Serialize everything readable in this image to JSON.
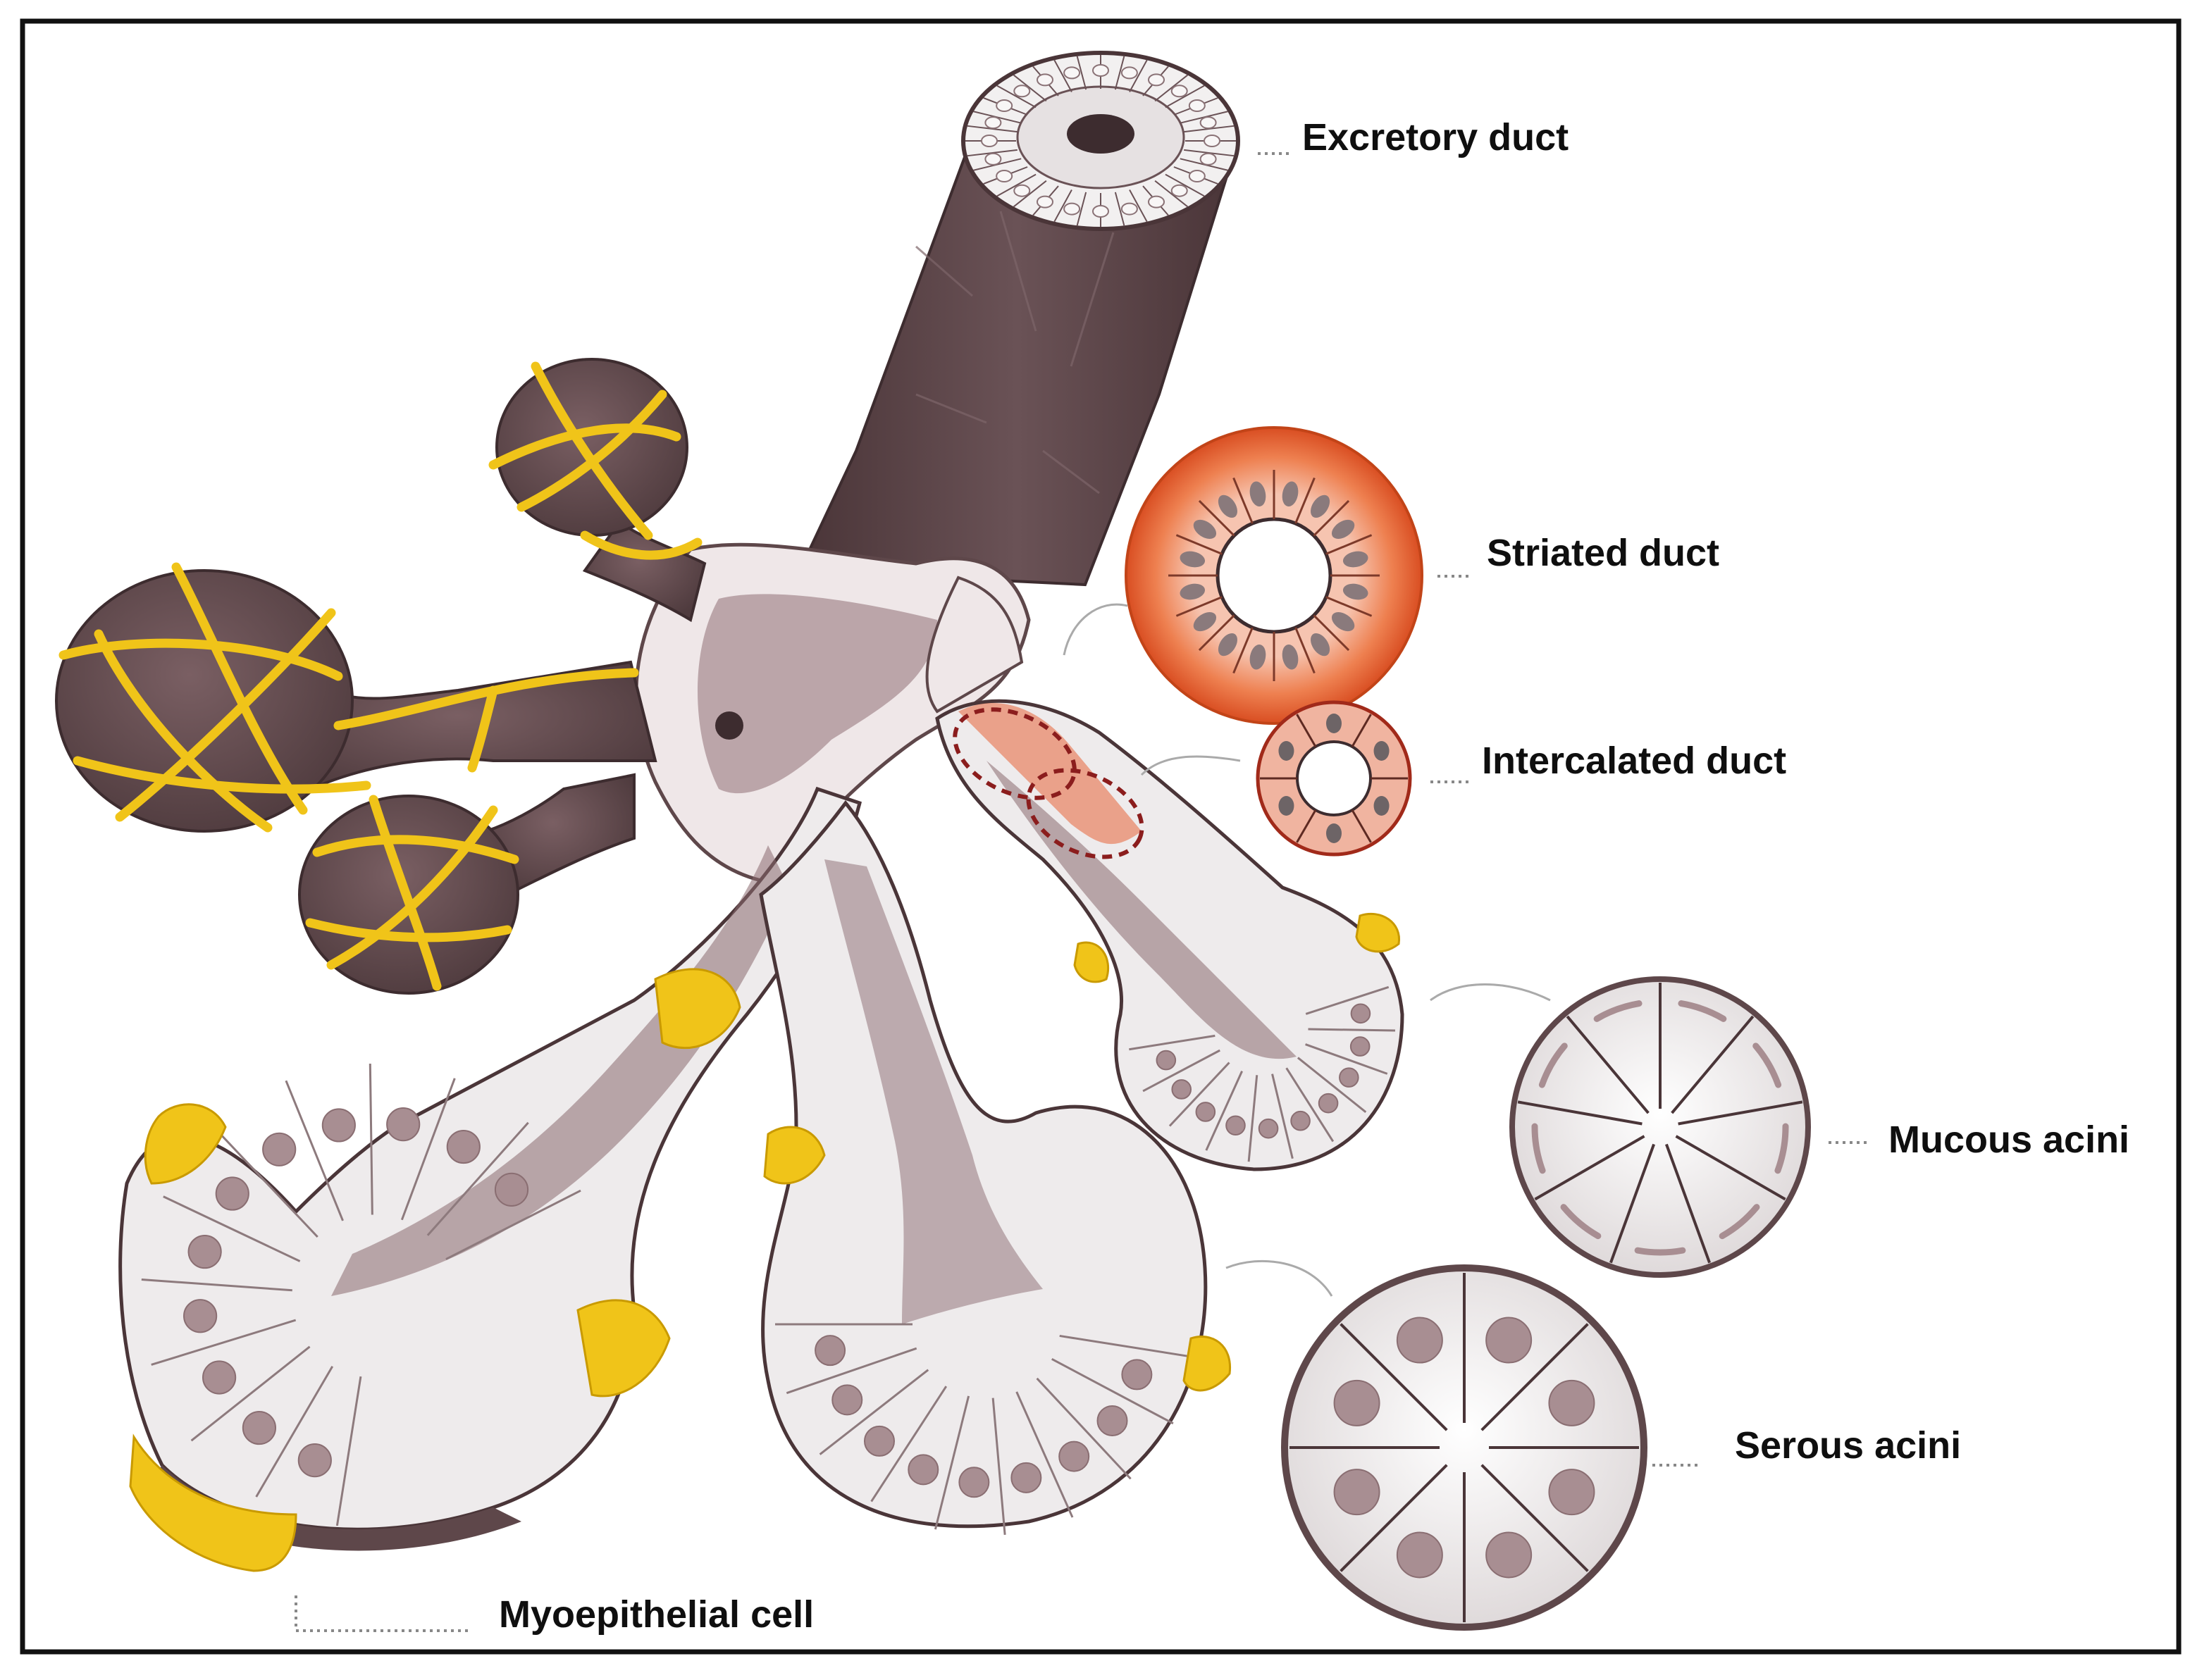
{
  "figure": {
    "labels": {
      "excretory_duct": "Excretory duct",
      "striated_duct": "Striated duct",
      "intercalated_duct": "Intercalated duct",
      "mucous_acini": "Mucous acini",
      "serous_acini": "Serous acini",
      "myoepithelial_cell": "Myoepithelial cell"
    },
    "colors": {
      "duct_wall": "#5e474a",
      "duct_lumen": "#7e6266",
      "cell_fill": "#eeebec",
      "nucleus": "#a88e92",
      "myoepithelial": "#f0c419",
      "striated": "#e8643a",
      "frame": "#111111"
    }
  }
}
